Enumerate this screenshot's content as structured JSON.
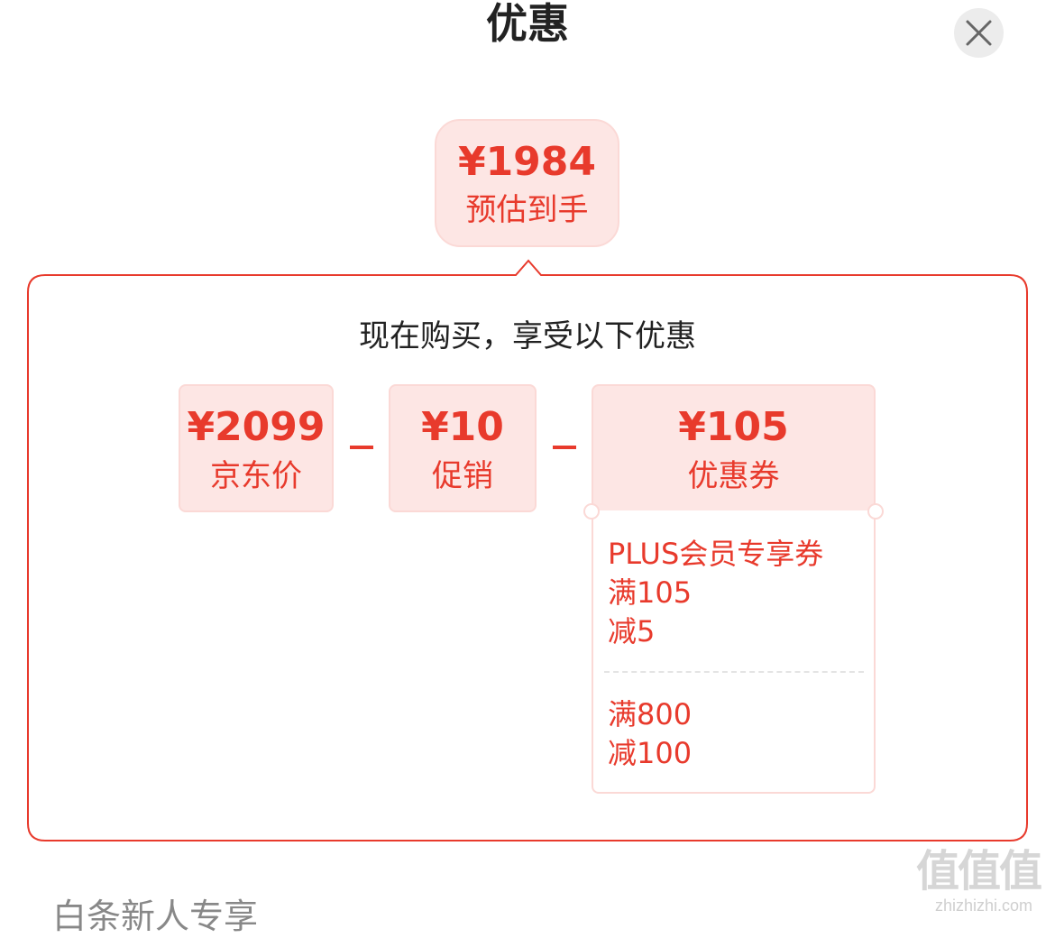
{
  "header": {
    "title": "优惠",
    "close_icon": "close-icon"
  },
  "estimate": {
    "amount": "¥1984",
    "label": "预估到手"
  },
  "panel": {
    "heading": "现在购买，享受以下优惠",
    "items": [
      {
        "amount": "¥2099",
        "label": "京东价"
      },
      {
        "amount": "¥10",
        "label": "促销"
      },
      {
        "amount": "¥105",
        "label": "优惠券"
      }
    ],
    "operators": [
      "-",
      "-"
    ],
    "coupons": [
      {
        "title": "PLUS会员专享券",
        "lines": [
          "满105",
          "减5"
        ]
      },
      {
        "title": "",
        "lines": [
          "满800",
          "减100"
        ]
      }
    ]
  },
  "footer": {
    "partial_text": "白条新人专享"
  },
  "watermark": {
    "glyphs": "值值值",
    "url": "zhizhizhi.com"
  },
  "colors": {
    "accent": "#e83a2c",
    "tile_bg": "#fde6e4",
    "tile_border": "#fbd9d6"
  }
}
